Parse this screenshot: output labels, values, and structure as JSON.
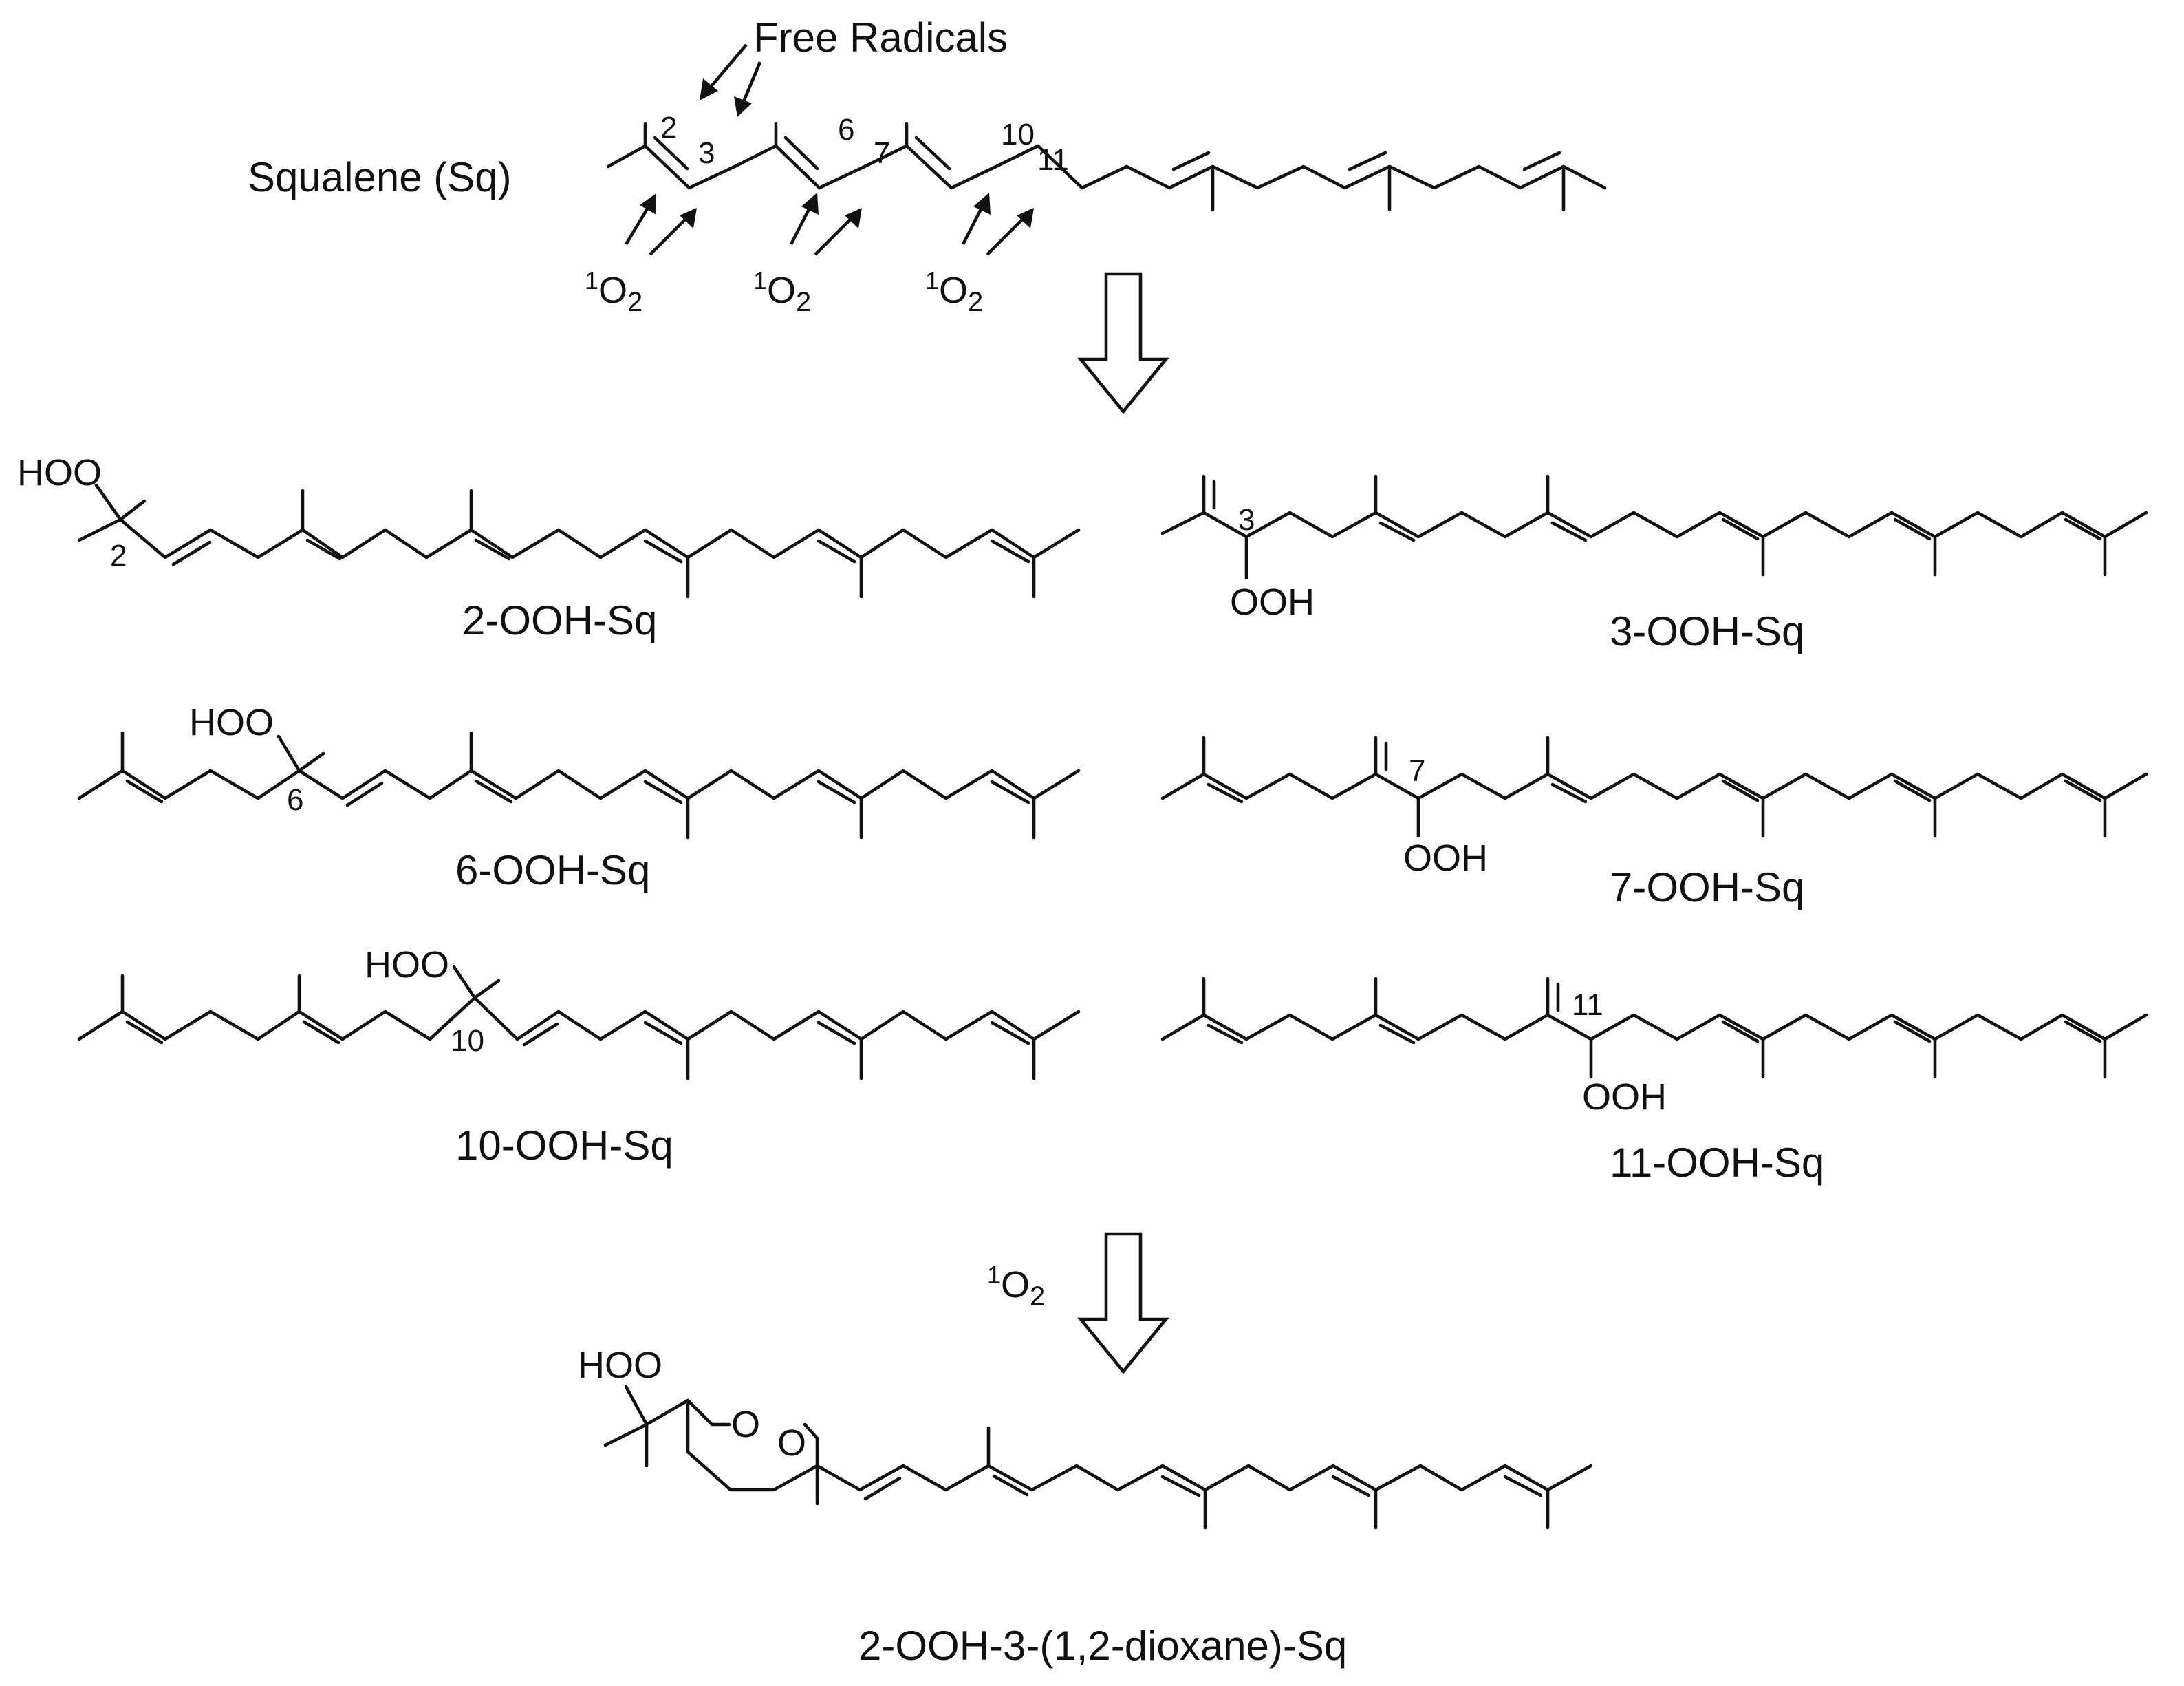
{
  "free_radicals_label": "Free Radicals",
  "squalene_label": "Squalene (Sq)",
  "singlet_oxygen": {
    "sup": "1",
    "main": "O",
    "sub": "2"
  },
  "locants": {
    "c2": "2",
    "c3": "3",
    "c6": "6",
    "c7": "7",
    "c10": "10",
    "c11": "11"
  },
  "groups": {
    "hoo": "HOO",
    "ooh": "OOH",
    "ring_oxygen": "O"
  },
  "products": {
    "p2": "2-OOH-Sq",
    "p3": "3-OOH-Sq",
    "p6": "6-OOH-Sq",
    "p7": "7-OOH-Sq",
    "p10": "10-OOH-Sq",
    "p11": "11-OOH-Sq",
    "final": "2-OOH-3-(1,2-dioxane)-Sq"
  },
  "colors": {
    "ink": "#111111",
    "background": "#ffffff"
  }
}
